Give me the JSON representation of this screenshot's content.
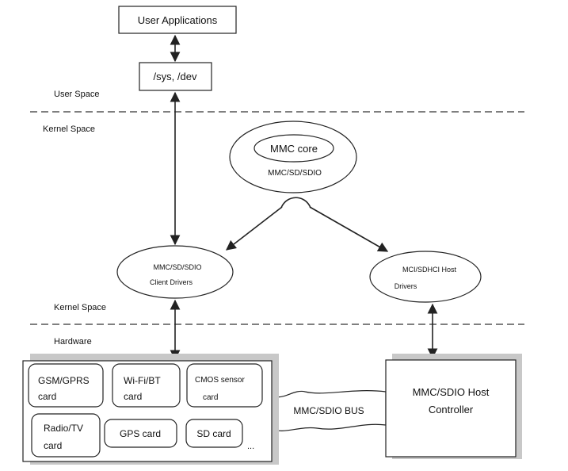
{
  "layers": {
    "user_space": "User Space",
    "kernel_space_top": "Kernel Space",
    "kernel_space_bottom": "Kernel Space",
    "hardware": "Hardware"
  },
  "nodes": {
    "user_applications": "User Applications",
    "sys_dev": "/sys, /dev",
    "mmc_core": "MMC core",
    "mmc_core_sub": "MMC/SD/SDIO",
    "client_drivers_line1": "MMC/SD/SDIO",
    "client_drivers_line2": "Client Drivers",
    "host_drivers_line1": "MCI/SDHCI  Host",
    "host_drivers_line2": "Drivers",
    "host_controller_line1": "MMC/SDIO Host",
    "host_controller_line2": "Controller",
    "bus": "MMC/SDIO BUS"
  },
  "cards": {
    "gsm_line1": "GSM/GPRS",
    "gsm_line2": "card",
    "wifi_line1": "Wi-Fi/BT",
    "wifi_line2": "card",
    "cmos_line1": "CMOS  sensor",
    "cmos_line2": "card",
    "radio_line1": "Radio/TV",
    "radio_line2": "card",
    "gps": "GPS card",
    "sd": "SD card",
    "more": "..."
  }
}
